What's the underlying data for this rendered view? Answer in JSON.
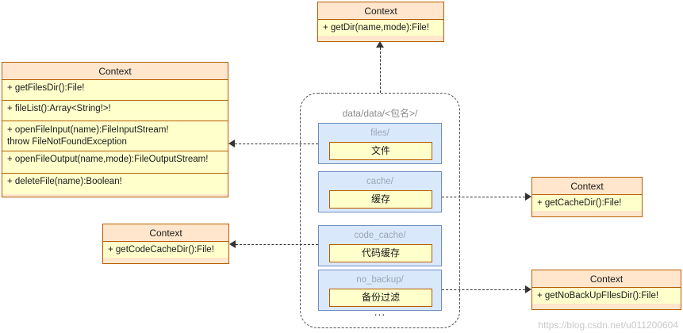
{
  "diagram": {
    "container": {
      "label": "data/data/<包名>/",
      "ellipsis": "..."
    },
    "folders": [
      {
        "name": "files/",
        "inner": "文件"
      },
      {
        "name": "cache/",
        "inner": "缓存"
      },
      {
        "name": "code_cache/",
        "inner": "代码缓存"
      },
      {
        "name": "no_backup/",
        "inner": "备份过滤"
      }
    ],
    "classes": {
      "top": {
        "title": "Context",
        "rows": [
          "+ getDir(name,mode):File!"
        ]
      },
      "left_main": {
        "title": "Context",
        "rows": [
          "+ getFilesDir():File!",
          "+ fileList():Array<String!>!",
          "+ openFileInput(name):FileInputStream!\n    throw FileNotFoundException",
          "+ openFileOutput(name,mode):FileOutputStream!",
          "+ deleteFile(name):Boolean!"
        ]
      },
      "left_code_cache": {
        "title": "Context",
        "rows": [
          "+ getCodeCacheDir():File!"
        ]
      },
      "right_cache": {
        "title": "Context",
        "rows": [
          "+ getCacheDir():File!"
        ]
      },
      "right_no_backup": {
        "title": "Context",
        "rows": [
          "+ getNoBackUpFIlesDir():File!"
        ]
      }
    },
    "watermark": "https://blog.csdn.net/u011200604",
    "colors": {
      "orange_fill": "#ffe6cc",
      "orange_stroke": "#b85c00",
      "yellow_fill": "#ffffcc",
      "blue_fill": "#dae8fc",
      "blue_stroke": "#6c8ebf",
      "line": "#333333"
    }
  }
}
